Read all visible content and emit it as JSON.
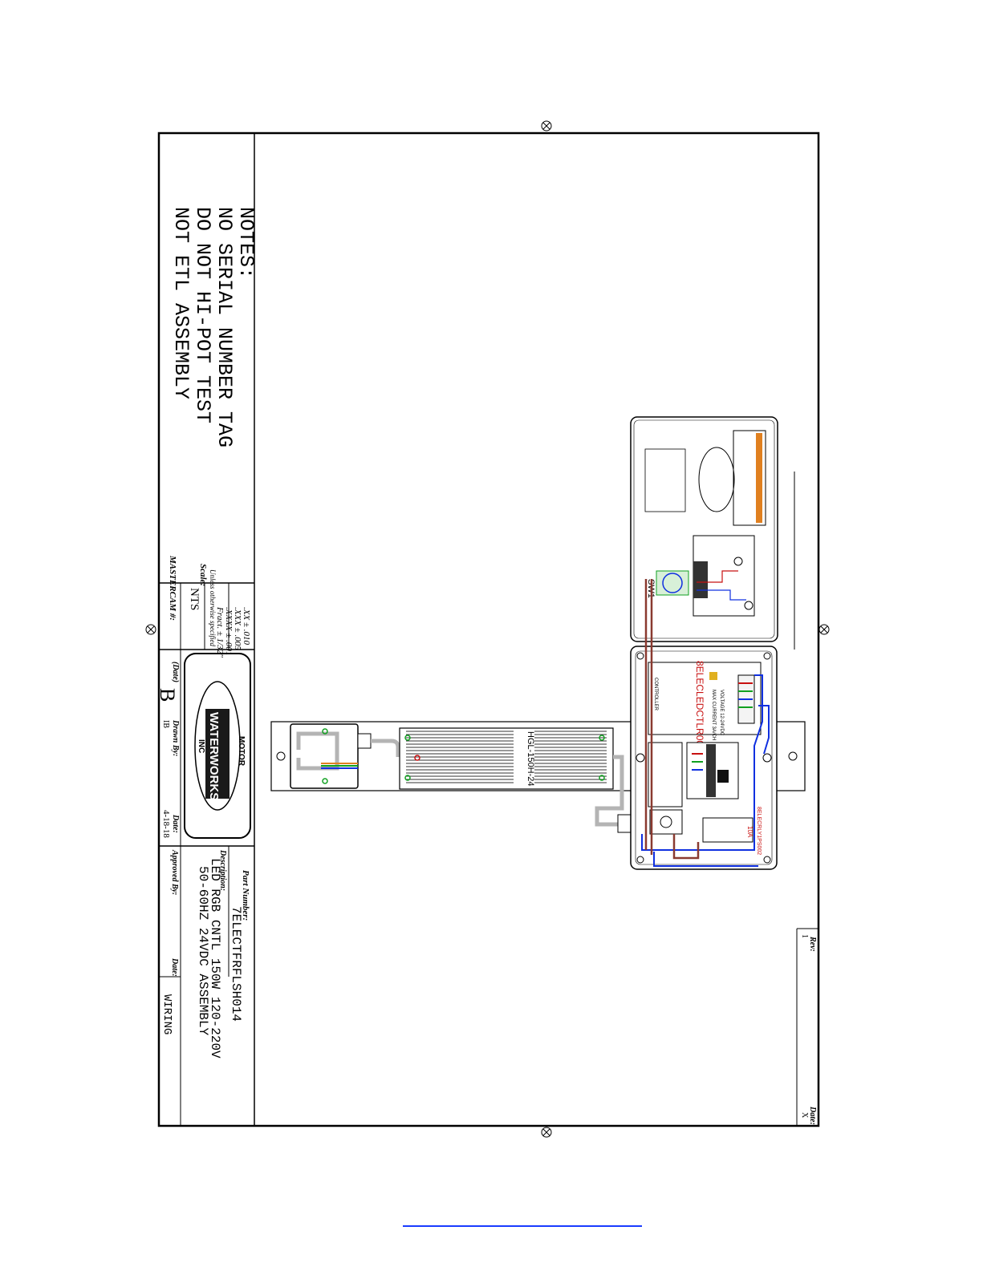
{
  "notes": {
    "heading": "NOTES:",
    "lines": [
      "NO SERIAL NUMBER TAG",
      "DO NOT HI-POT TEST",
      "NOT ETL ASSEMBLY"
    ]
  },
  "title_block": {
    "part_number_label": "Part Number:",
    "part_number": "7ELECTFRFLSH014",
    "description_label": "Description:",
    "description_lines": [
      "LED RGB CNTL 150W 120-220V",
      "50-60HZ 24VDC ASSEMBLY"
    ],
    "approved_by_label": "Approved By:",
    "date_label": "Date:",
    "sheet_title": "WIRING",
    "tolerances": [
      ".XX ± .010",
      ".XXX ± .005",
      ".XXXX ± .001",
      "Fract. ± 1/32\""
    ],
    "tolerance_note": "Unless otherwise specified",
    "scale_label": "Scale:",
    "scale": "NTS",
    "mastercam_label": "MASTERCAM #:",
    "rev_letter": "B",
    "rev_date_label": "(Date)",
    "drawn_by_label": "Drawn By:",
    "drawn_by": "IB",
    "drawn_date": "4-18-18",
    "logo_text": "WATERWORKS",
    "logo_arc_top": "MOTOR",
    "logo_arc_bottom": "INC"
  },
  "revision_block": {
    "rev_label": "Rev:",
    "rev_value": "1",
    "date_label": "Date:",
    "date_value": "X"
  },
  "diagram": {
    "power_supply_label": "HGL-150H-24",
    "controller_label": "8ELECLEDCTLR006",
    "controller_sublabel": "CONTROLLER",
    "switch_label": "SW1",
    "fuse_label": "10A",
    "voltage_label": "VOLTAGE 12-24VDC",
    "current_label": "MAX CURRENT 3A/CH",
    "relay_label": "8ELECRLY1PS002",
    "wire_colors": {
      "blue": "#1030e0",
      "red": "#c81010",
      "green": "#10a020",
      "brown": "#8a3a30",
      "gray": "#b4b4b4",
      "orange": "#e08020"
    }
  }
}
